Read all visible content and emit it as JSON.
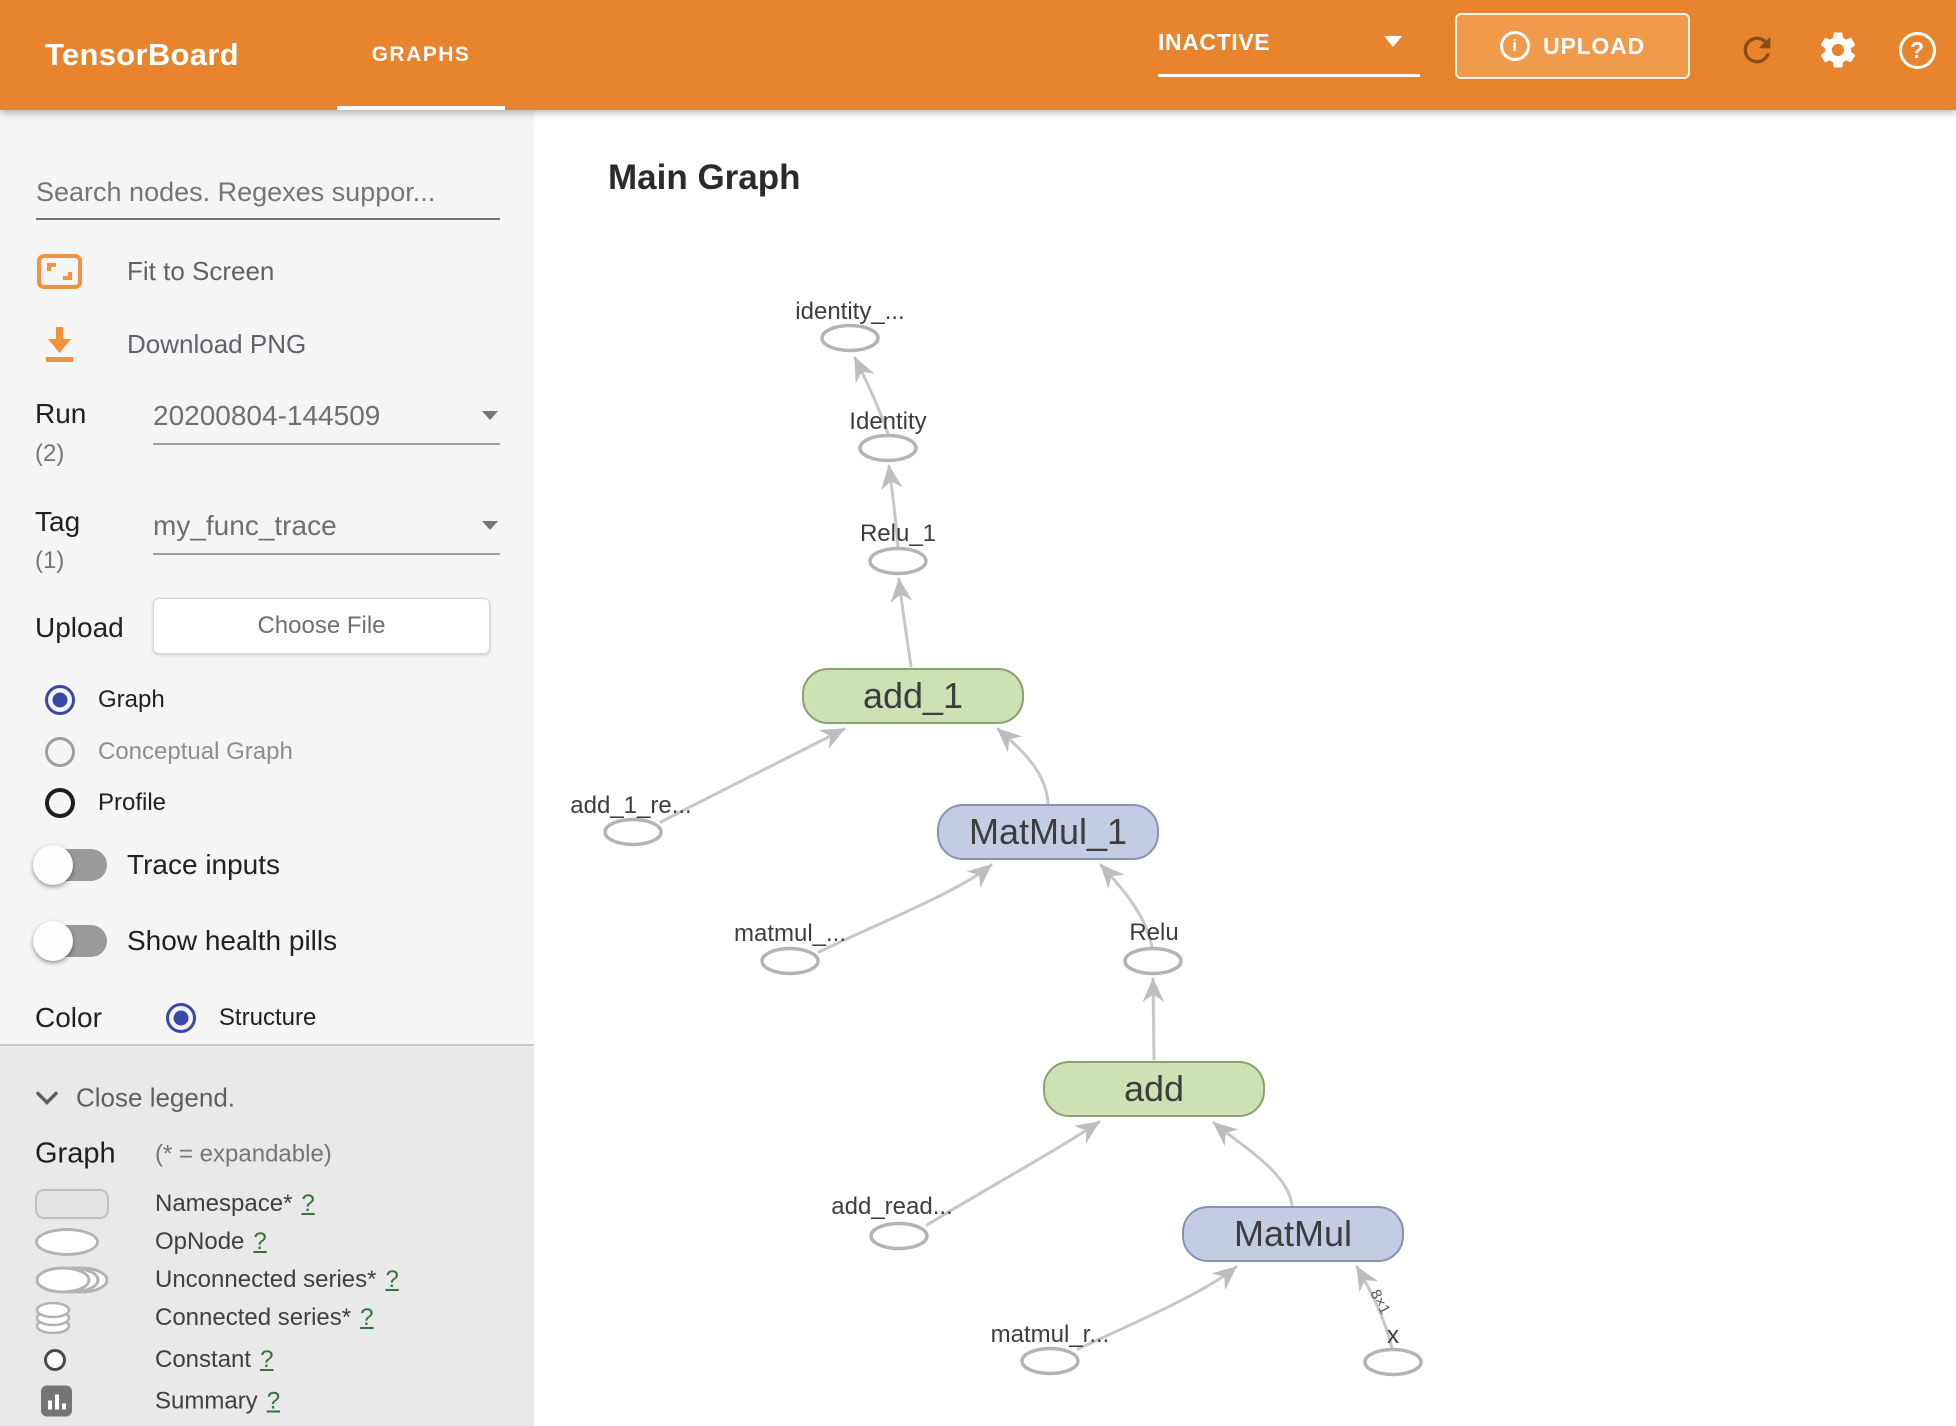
{
  "header": {
    "logo": "TensorBoard",
    "tab": "GRAPHS",
    "status": "INACTIVE",
    "upload_label": "UPLOAD"
  },
  "icons": {
    "info": "i",
    "help": "?"
  },
  "sidebar": {
    "search_placeholder": "Search nodes. Regexes suppor...",
    "fit_to_screen": "Fit to Screen",
    "download_png": "Download PNG",
    "run": {
      "label": "Run",
      "count": "(2)",
      "value": "20200804-144509"
    },
    "tag": {
      "label": "Tag",
      "count": "(1)",
      "value": "my_func_trace"
    },
    "upload": {
      "label": "Upload",
      "button": "Choose File"
    },
    "views": [
      {
        "label": "Graph"
      },
      {
        "label": "Conceptual Graph"
      },
      {
        "label": "Profile"
      }
    ],
    "trace_inputs": "Trace inputs",
    "show_health_pills": "Show health pills",
    "color": {
      "label": "Color",
      "option": "Structure"
    }
  },
  "legend": {
    "close": "Close legend.",
    "heading": "Graph",
    "note": "(* = expandable)",
    "items": [
      {
        "label": "Namespace*",
        "help": "?"
      },
      {
        "label": "OpNode",
        "help": "?"
      },
      {
        "label": "Unconnected series*",
        "help": "?"
      },
      {
        "label": "Connected series*",
        "help": "?"
      },
      {
        "label": "Constant",
        "help": "?"
      },
      {
        "label": "Summary",
        "help": "?"
      }
    ]
  },
  "main": {
    "title": "Main Graph"
  },
  "graph": {
    "edge_shape_label": "8×1",
    "nodes": {
      "identity_out": {
        "label": "identity_..."
      },
      "identity": {
        "label": "Identity"
      },
      "relu_1": {
        "label": "Relu_1"
      },
      "add_1": {
        "label": "add_1"
      },
      "add_1_read": {
        "label": "add_1_re..."
      },
      "matmul_1": {
        "label": "MatMul_1"
      },
      "matmul_read": {
        "label": "matmul_..."
      },
      "relu": {
        "label": "Relu"
      },
      "add": {
        "label": "add"
      },
      "add_read": {
        "label": "add_read..."
      },
      "matmul": {
        "label": "MatMul"
      },
      "matmul_r_read": {
        "label": "matmul_r..."
      },
      "x": {
        "label": "x"
      }
    }
  }
}
